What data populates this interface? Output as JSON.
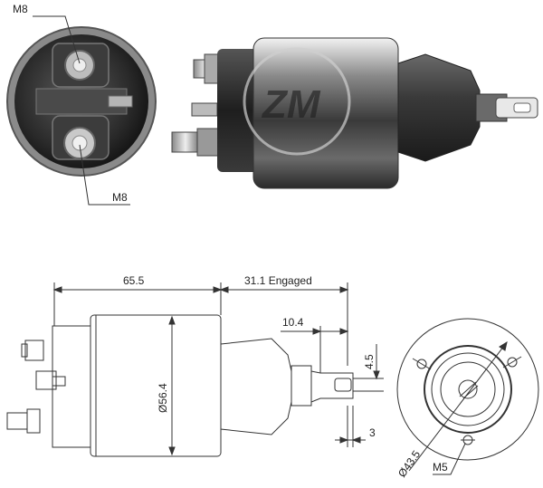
{
  "photo": {
    "front_view": {
      "top_label": "M8",
      "bottom_label": "M8"
    },
    "watermark": "ZM"
  },
  "drawing": {
    "dim_length": "65.5",
    "dim_engaged": "31.1 Engaged",
    "dim_plunger_width": "10.4",
    "dim_eye_height": "4.5",
    "dim_tab_thickness": "3",
    "dim_body_diameter": "Ø56.4",
    "dim_bolt_circle": "Ø43.5",
    "dim_mount_thread": "M5"
  },
  "colors": {
    "metal_dark": "#2a2a2a",
    "metal_mid": "#6e6e6e",
    "metal_light": "#cfcfcf",
    "line": "#333333"
  }
}
